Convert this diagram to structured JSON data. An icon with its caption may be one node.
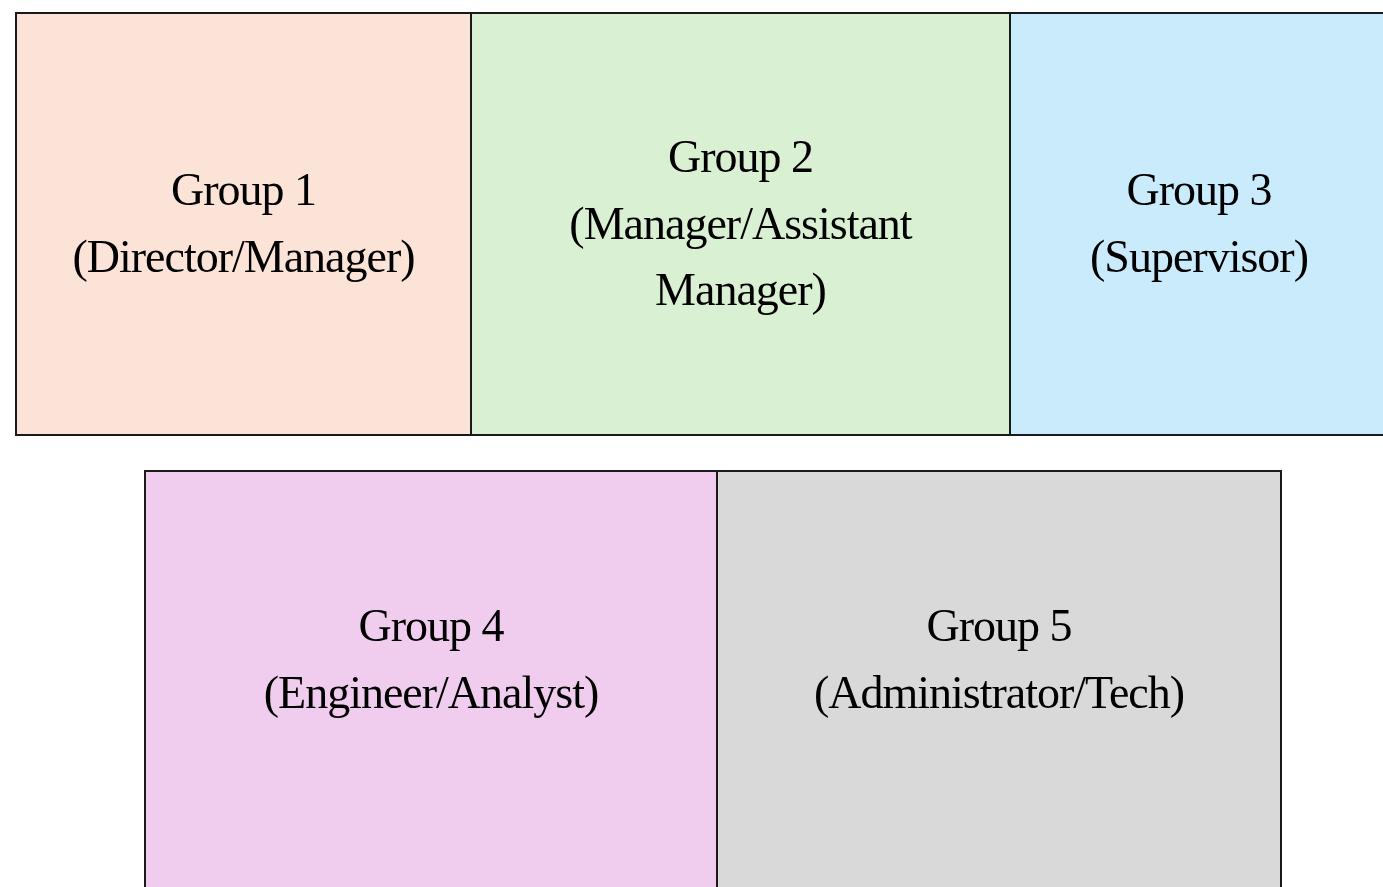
{
  "diagram": {
    "nodes": [
      {
        "text": [
          "Group 1",
          "(Director/Manager)"
        ]
      },
      {
        "text": [
          "Group 2",
          "(Manager/Assistant Manager)"
        ]
      },
      {
        "text": [
          "Group 3",
          "(Supervisor)"
        ]
      },
      {
        "text": [
          "Group 4",
          "(Engineer/Analyst)"
        ]
      },
      {
        "text": [
          "Group 5",
          "(Administrator/Tech)"
        ]
      }
    ]
  }
}
